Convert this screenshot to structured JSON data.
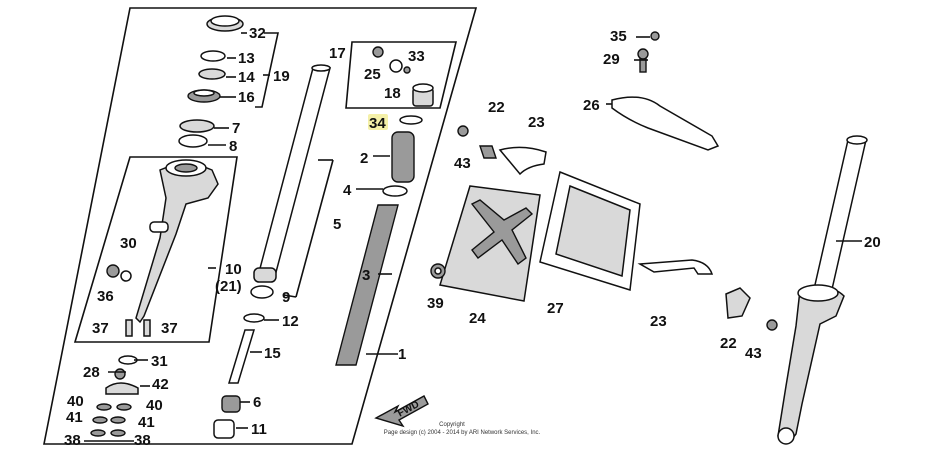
{
  "diagram": {
    "labels": {
      "l1": "1",
      "l2": "2",
      "l3": "3",
      "l4": "4",
      "l5": "5",
      "l6": "6",
      "l7": "7",
      "l8": "8",
      "l9": "9",
      "l10": "10",
      "l10b": "(21)",
      "l11": "11",
      "l12": "12",
      "l13": "13",
      "l14": "14",
      "l15": "15",
      "l16": "16",
      "l17": "17",
      "l18": "18",
      "l19": "19",
      "l20": "20",
      "l22a": "22",
      "l22b": "22",
      "l23a": "23",
      "l23b": "23",
      "l24": "24",
      "l25": "25",
      "l26": "26",
      "l27": "27",
      "l28": "28",
      "l29": "29",
      "l30": "30",
      "l31": "31",
      "l32": "32",
      "l33": "33",
      "l34": "34",
      "l35": "35",
      "l36": "36",
      "l37a": "37",
      "l37b": "37",
      "l38a": "38",
      "l38b": "38",
      "l39": "39",
      "l40a": "40",
      "l40b": "40",
      "l41a": "41",
      "l41b": "41",
      "l42": "42",
      "l43a": "43",
      "l43b": "43"
    },
    "fwd_arrow": "FWD",
    "copyright_line1": "Copyright",
    "copyright_line2": "Page design (c) 2004 - 2014 by ARI Network Services, Inc.",
    "highlight_color": "#f4f0a8"
  }
}
